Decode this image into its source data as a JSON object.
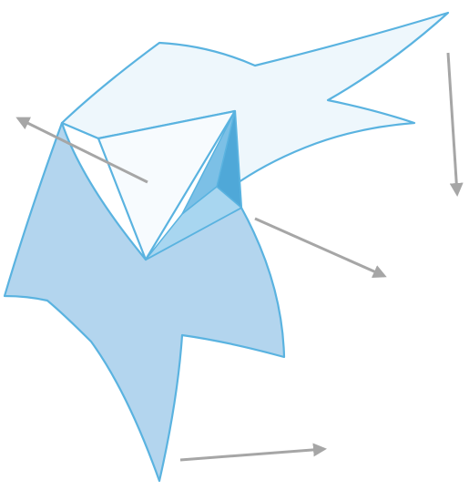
{
  "diagram": {
    "kind": "folded-paper-star-illustration",
    "colors": {
      "background": "#ffffff",
      "outline": "#5ab3e0",
      "upper_flap_fill": "#eef7fc",
      "lower_sheet_fill": "#b3d5ee",
      "pocket_fill": "#f7fbfe",
      "fold_shade_dark": "#4fa8d8",
      "fold_shade_mid": "#7cc0e6",
      "fold_shade_light": "#a8d6f0",
      "arrow": "#a6a6a6"
    },
    "motion_arrows": [
      {
        "name": "arrow-up-left"
      },
      {
        "name": "arrow-down-right"
      },
      {
        "name": "arrow-down"
      },
      {
        "name": "arrow-right"
      }
    ]
  }
}
